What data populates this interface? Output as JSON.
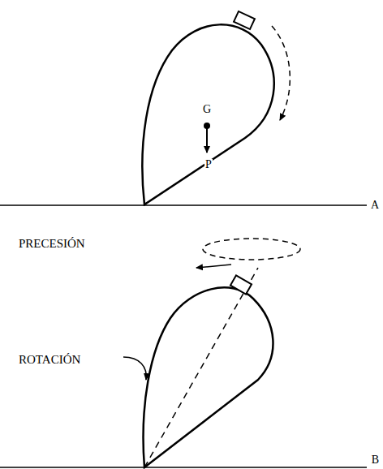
{
  "diagram": {
    "labels": [
      "G",
      "P",
      "A",
      "PRECESIÓN",
      "ROTACIÓN",
      "B"
    ]
  }
}
